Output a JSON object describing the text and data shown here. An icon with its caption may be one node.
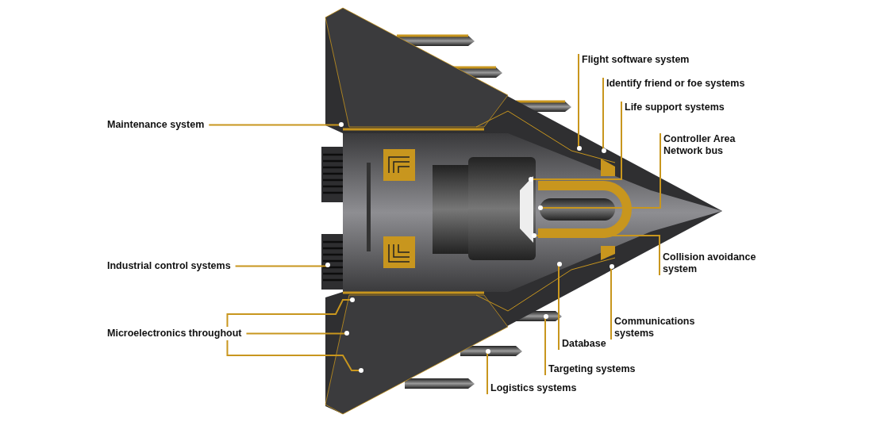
{
  "diagram": {
    "nodes": [
      {
        "text": [
          "Maintenance system"
        ]
      },
      {
        "text": [
          "Industrial control systems"
        ]
      },
      {
        "text": [
          "Microelectronics throughout"
        ]
      },
      {
        "text": [
          "Flight software system"
        ]
      },
      {
        "text": [
          "Identify friend or foe systems"
        ]
      },
      {
        "text": [
          "Life support systems"
        ]
      },
      {
        "text": [
          "Controller Area Network bus"
        ]
      },
      {
        "text": [
          "Collision avoidance system"
        ]
      },
      {
        "text": [
          "Communications systems"
        ]
      },
      {
        "text": [
          "Database"
        ]
      },
      {
        "text": [
          "Targeting systems"
        ]
      },
      {
        "text": [
          "Logistics systems"
        ]
      }
    ],
    "edges": [
      {
        "from": 0,
        "to": null,
        "arrow": "none"
      },
      {
        "from": 1,
        "to": null,
        "arrow": "none"
      },
      {
        "from": 2,
        "to": null,
        "arrow": "none"
      },
      {
        "from": 2,
        "to": null,
        "arrow": "none"
      },
      {
        "from": 2,
        "to": null,
        "arrow": "none"
      },
      {
        "from": 3,
        "to": null,
        "arrow": "none"
      },
      {
        "from": 4,
        "to": null,
        "arrow": "none"
      },
      {
        "from": 5,
        "to": null,
        "arrow": "none"
      },
      {
        "from": 6,
        "to": null,
        "arrow": "none"
      },
      {
        "from": 7,
        "to": null,
        "arrow": "none"
      },
      {
        "from": 8,
        "to": null,
        "arrow": "none"
      },
      {
        "from": 9,
        "to": null,
        "arrow": "none"
      },
      {
        "from": 10,
        "to": null,
        "arrow": "none"
      },
      {
        "from": 11,
        "to": null,
        "arrow": "none"
      }
    ]
  }
}
